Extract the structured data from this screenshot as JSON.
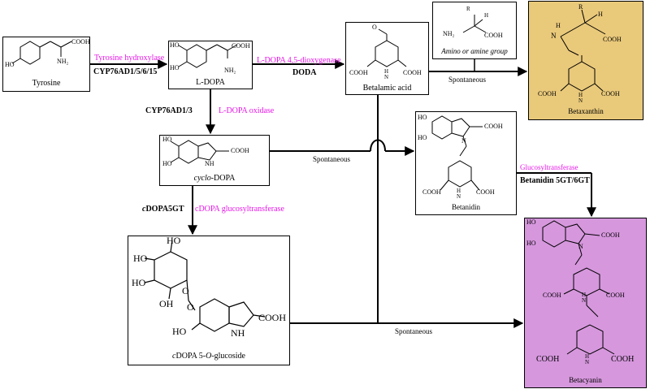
{
  "compounds": {
    "tyrosine": "Tyrosine",
    "ldopa": "L-DOPA",
    "betalamic": "Betalamic  acid",
    "amino": "Amino  or  amine group",
    "betaxanthin": "Betaxanthin",
    "cyclodopa_italic": "cyclo",
    "cyclodopa_rest": "-DOPA",
    "betanidin": "Betanidin",
    "glucoside_1": "c",
    "glucoside_2": "DOPA 5-",
    "glucoside_3": "O",
    "glucoside_4": "-glucoside",
    "betacyanin": "Betacyanin"
  },
  "enzymes": {
    "tyr_hydroxylase": "Tyrosine  hydroxylase",
    "cyp76ad1": "CYP76AD1/5/6/15",
    "dioxygenase": "L-DOPA 4,5-dioxygenase",
    "doda": "DODA",
    "cyp76ad13": "CYP76AD1/3",
    "ldopa_oxidase": "L-DOPA oxidase",
    "cdopa5gt_1": "c",
    "cdopa5gt_2": "DOPA5GT",
    "cdopa_glucosyl": "cDOPA glucosyltransferase",
    "glucosyltransferase": "Glucosyltransferase",
    "betanidin_gt": "Betanidin  5GT/6GT"
  },
  "reactions": {
    "spont_betaxanthin": "Spontaneous",
    "spont_betanidin": "Spontaneous",
    "spont_betacyanin": "Spontaneous"
  },
  "chem": {
    "cooh": "COOH",
    "nh2": "NH₂",
    "ho": "HO",
    "nh": "NH",
    "n_plus": "N",
    "h": "H",
    "r": "R",
    "o": "O",
    "oh": "OH"
  },
  "colors": {
    "enzyme_highlight": "#e617e6",
    "betaxanthin_bg": "#e9c97a",
    "betacyanin_bg": "#d697dd"
  }
}
